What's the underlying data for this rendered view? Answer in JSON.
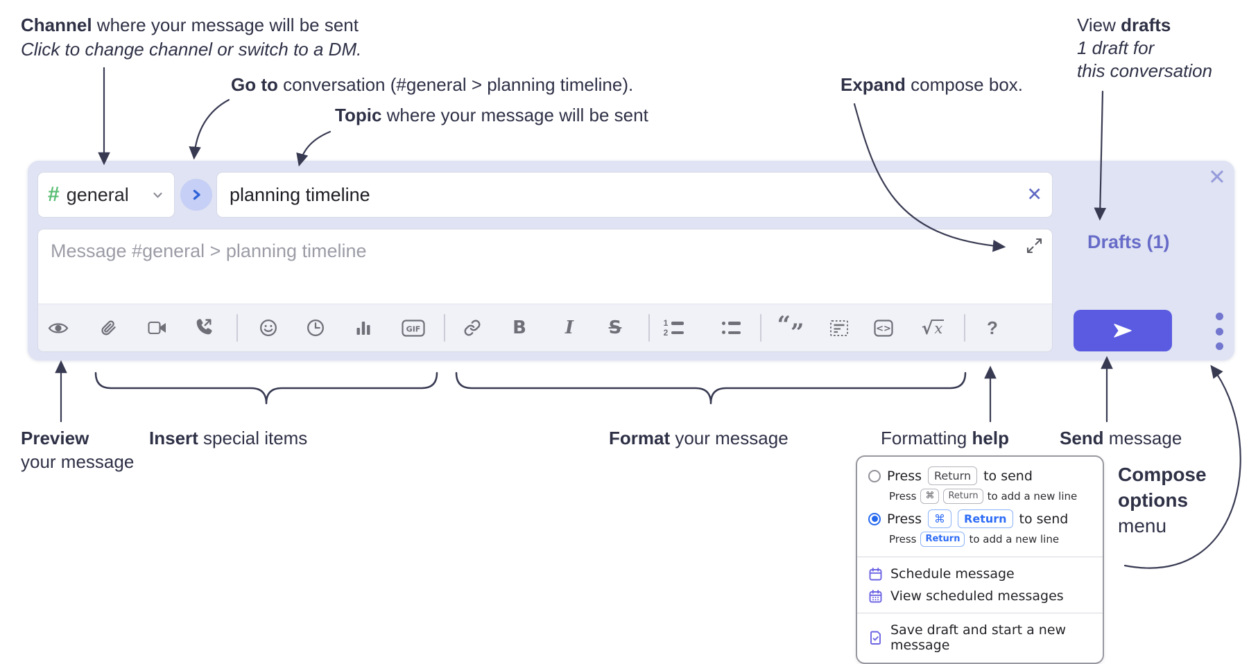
{
  "annotations": {
    "channel": {
      "bold": "Channel",
      "rest": " where your message will be sent",
      "line2": "Click to change channel or switch to a DM."
    },
    "goto": {
      "bold": "Go to",
      "rest": " conversation (#general > planning timeline)."
    },
    "topic": {
      "bold": "Topic",
      "rest": " where your message will be sent"
    },
    "expand": {
      "bold": "Expand",
      "rest": " compose box."
    },
    "view_drafts": {
      "pre": "View ",
      "bold": "drafts",
      "line2": "1 draft for",
      "line3": "this conversation"
    },
    "preview": {
      "bold": "Preview",
      "line2": "your message"
    },
    "insert": {
      "bold": "Insert",
      "rest": " special items"
    },
    "format": {
      "bold": "Format",
      "rest": " your message"
    },
    "formatting_help": {
      "pre": "Formatting ",
      "bold": "help"
    },
    "send": {
      "bold": "Send",
      "rest": " message"
    },
    "compose_options": {
      "line1": "Compose",
      "line2": "options",
      "line3": "menu"
    }
  },
  "compose": {
    "channel_hash": "#",
    "channel_name": "general",
    "topic_value": "planning timeline",
    "topic_clear": "✕",
    "message_placeholder": "Message #general > planning timeline",
    "drafts_label": "Drafts (1)",
    "close": "✕"
  },
  "toolbar": {
    "bold": "B",
    "italic": "I",
    "strike": "S",
    "gif": "GIF",
    "code": "<>",
    "math_root": "√",
    "math_x": "x",
    "help": "?",
    "quote_open": "“",
    "quote_close": "”",
    "num1": "1",
    "num2": "2"
  },
  "menu": {
    "opt1": {
      "press": "Press",
      "key": "Return",
      "suffix": "to send",
      "sub_press": "Press",
      "sub_key1": "⌘",
      "sub_key2": "Return",
      "sub_suffix": "to add a new line"
    },
    "opt2": {
      "press": "Press",
      "key1": "⌘",
      "key2": "Return",
      "suffix": "to send",
      "sub_press": "Press",
      "sub_key": "Return",
      "sub_suffix": "to add a new line"
    },
    "items": [
      {
        "label": "Schedule message"
      },
      {
        "label": "View scheduled messages"
      },
      {
        "label": "Save draft and start a new message"
      }
    ]
  },
  "colors": {
    "compose_bg": "#dfe3f3",
    "toolbar_bg": "#f1f2f8",
    "send_button": "#5a5be0",
    "drafts_link": "#676bc8",
    "channel_hash_green": "#58bd72",
    "goto_arrow_blue": "#2d62d9",
    "goto_circle_bg": "#c6cff5",
    "radio_selected_blue": "#2468ee",
    "key_blue": "#2e6cf6",
    "menu_icon_purple": "#6c63e3",
    "annotation_text": "#2e3046"
  }
}
